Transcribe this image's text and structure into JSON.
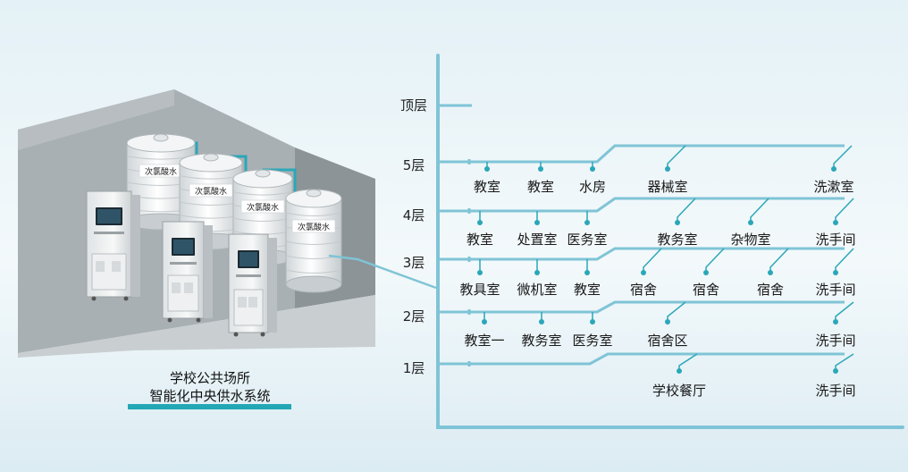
{
  "caption": {
    "line1": "学校公共场所",
    "line2": "智能化中央供水系统"
  },
  "tank_label": "次氯酸水",
  "floors": [
    {
      "label": "顶层",
      "rooms": []
    },
    {
      "label": "5层",
      "rooms": [
        "教室",
        "教室",
        "水房",
        "器械室",
        "洗漱室"
      ]
    },
    {
      "label": "4层",
      "rooms": [
        "教室",
        "处置室",
        "医务室",
        "教务室",
        "杂物室",
        "洗手间"
      ]
    },
    {
      "label": "3层",
      "rooms": [
        "教具室",
        "微机室",
        "教室",
        "宿舍",
        "宿舍",
        "宿舍",
        "洗手间"
      ]
    },
    {
      "label": "2层",
      "rooms": [
        "教室一",
        "教务室",
        "医务室",
        "宿舍区",
        "洗手间"
      ]
    },
    {
      "label": "1层",
      "rooms": [
        "学校餐厅",
        "洗手间"
      ]
    }
  ],
  "colors": {
    "pipe": "#7fc4d6",
    "pipe_dark": "#2aa7b8",
    "accent": "#22a7b5",
    "room_wall": "#8f979c"
  }
}
